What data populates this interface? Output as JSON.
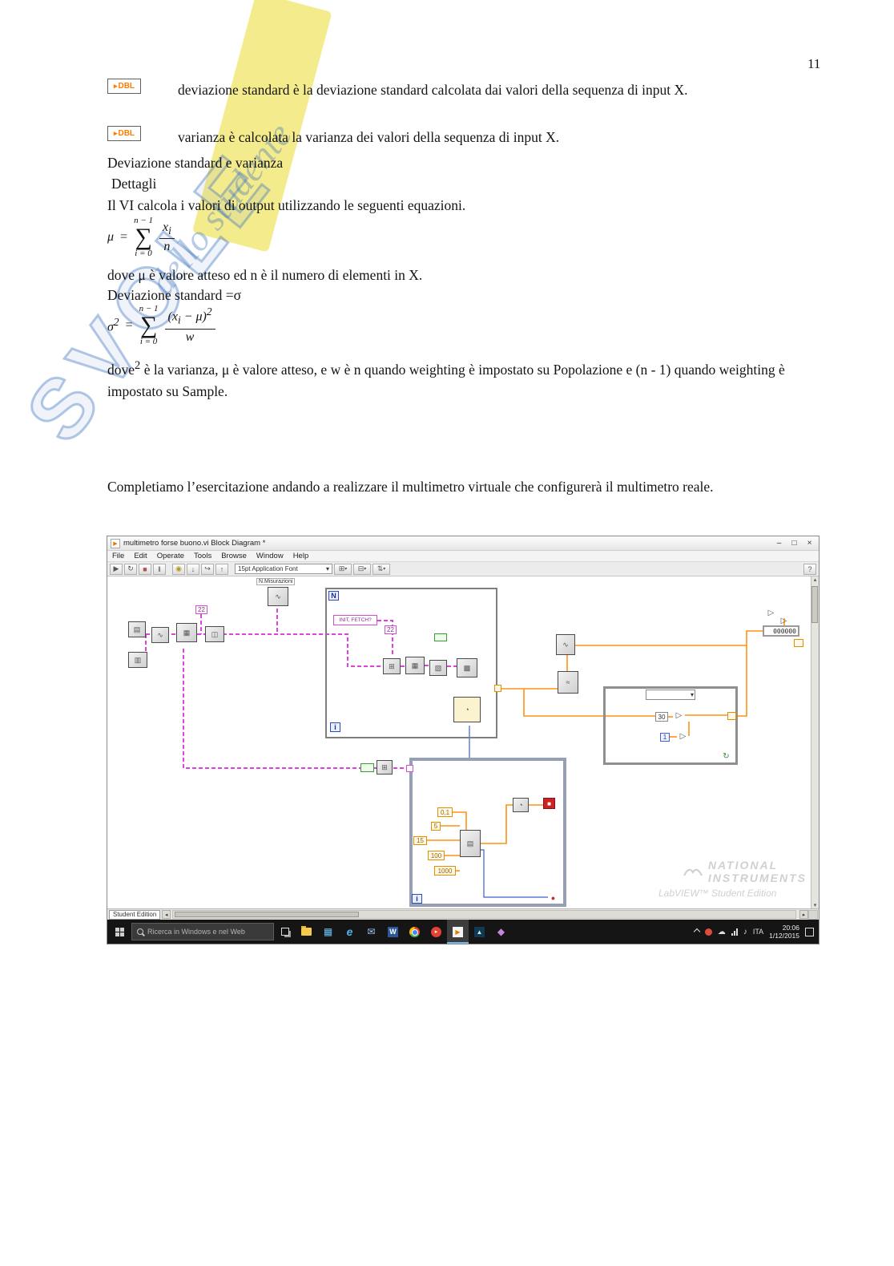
{
  "page_number": "11",
  "watermark": {
    "big": "SVOLE",
    "script": "dello studente"
  },
  "doc": {
    "bullets": [
      {
        "icon": "DBL",
        "text": "deviazione standard è la deviazione standard calcolata dai valori della sequenza di input X."
      },
      {
        "icon": "DBL",
        "text": "varianza è calcolata la varianza dei valori della sequenza di input X."
      }
    ],
    "heading": "Deviazione standard e varianza",
    "subheading": "Dettagli",
    "intro": "Il VI calcola i valori di output utilizzando le seguenti equazioni.",
    "eq1_note": "dove μ è valore atteso ed n è il numero di elementi in X.",
    "devstd_line": "Deviazione standard =σ",
    "eq2_note_pre": "dove",
    "eq2_note_sup": "2",
    "eq2_note_rest": " è la varianza, μ è valore atteso, e w è n quando weighting è impostato su Popolazione e (n - 1) quando weighting è impostato su Sample.",
    "closing": "Completiamo l’esercitazione andando a realizzare il multimetro virtuale che configurerà il multimetro reale."
  },
  "equations": {
    "mu": {
      "lhs": "μ",
      "eq": "=",
      "upper": "n − 1",
      "sigma": "∑",
      "lower": "i = 0",
      "num_base": "x",
      "num_sub": "i",
      "den": "n"
    },
    "sigma": {
      "lhs": "σ",
      "lhs_exp": "2",
      "eq": "=",
      "upper": "n − 1",
      "sigma": "∑",
      "lower": "i = 0",
      "num_pre": "(x",
      "num_sub": "i",
      "num_post": " − μ)",
      "num_exp": "2",
      "den": "w"
    }
  },
  "labview": {
    "title": "multimetro forse buono.vi Block Diagram *",
    "controls": {
      "minimize": "–",
      "maximize": "□",
      "close": "×"
    },
    "menus": [
      "File",
      "Edit",
      "Operate",
      "Tools",
      "Browse",
      "Window",
      "Help"
    ],
    "toolbar": {
      "font_selector": "15pt Application Font"
    },
    "diagram": {
      "for_loop": {
        "count": "N",
        "iter": "i"
      },
      "while_loop": {
        "iter": "i"
      },
      "labels": {
        "misurazioni": "N.Misurazioni",
        "init_fetch": "INIT, FETCH?",
        "const_22_a": "22",
        "const_22_b": "22",
        "const_30": "30",
        "const_1": "1",
        "indicator": "000000",
        "const_01": "0,1",
        "const_5": "5",
        "const_15": "15",
        "const_100": "100",
        "const_1000": "1000"
      },
      "ni_watermark": {
        "line1": "NATIONAL",
        "line2": "INSTRUMENTS",
        "line3": "LabVIEW™ Student Edition"
      }
    },
    "status_tab": "Student Edition"
  },
  "taskbar": {
    "search_text": "Ricerca in Windows e nel Web",
    "tray": {
      "lang": "ITA",
      "time": "20:06",
      "date": "1/12/2015"
    }
  },
  "icons": {
    "dbl_arrow": "▸",
    "run": "▶",
    "run_cont": "↻",
    "stop": "■",
    "pause": "‖",
    "highlight": "◉",
    "step_into": "↓",
    "step_over": "↪",
    "step_out": "↑",
    "dropdown": "▾",
    "help": "?",
    "align_grid": "⊞",
    "distribute": "⊟",
    "reorder": "⇅",
    "scroll_up": "▴",
    "scroll_down": "▾",
    "scroll_left": "◂",
    "scroll_right": "▸",
    "node_daq": "▤",
    "node_visa": "∿",
    "node_config": "▦",
    "node_instr": "◫",
    "node_err": "▥",
    "node_meas": "∿",
    "node_row1": "⊞",
    "node_row2": "▦",
    "node_row3": "▧",
    "node_row4": "▩",
    "node_multi": "◔",
    "node_dmm": "∿",
    "node_stat": "≈",
    "node_build": "▤",
    "node_wait": "◔",
    "node_grid": "⊞",
    "cmp": "▷",
    "loop_cond": "↻",
    "stop_sign": "●",
    "edge": "e",
    "word": "W",
    "store": "▦",
    "mail": "✉",
    "photos": "▲",
    "paint": "◆",
    "play": "▸",
    "cloud": "☁",
    "volume": "♪"
  }
}
